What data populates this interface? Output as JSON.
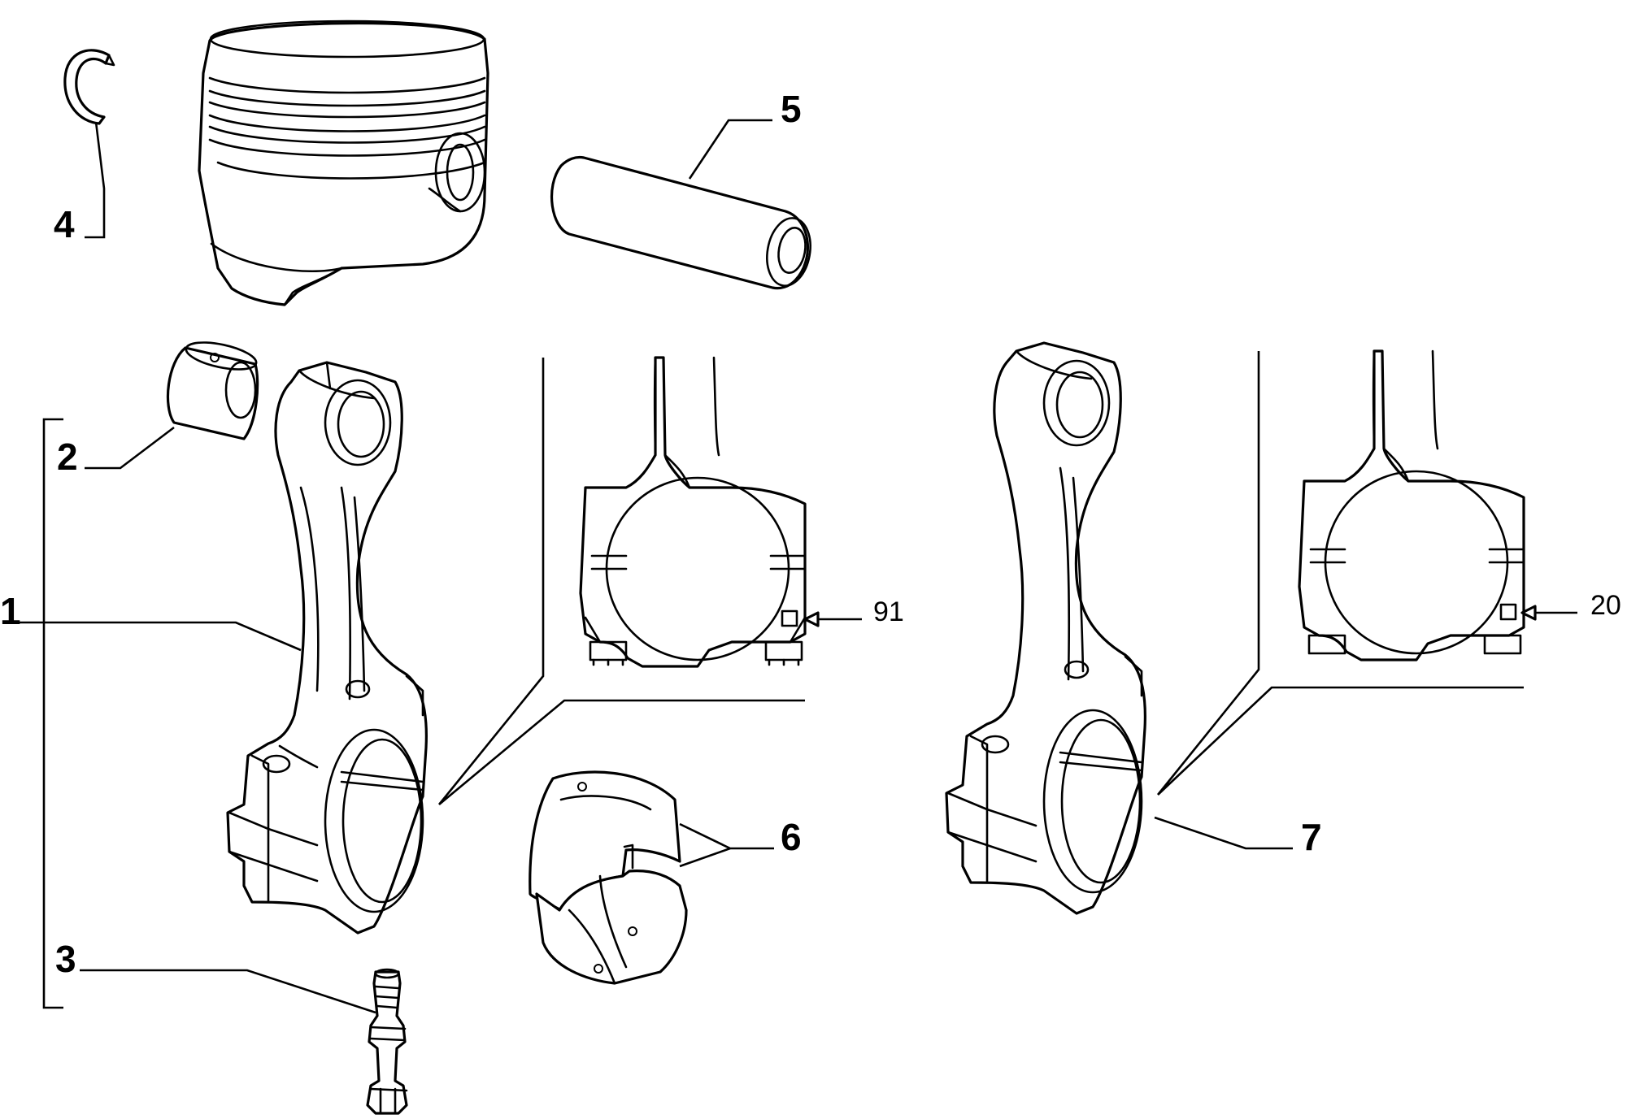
{
  "callouts": [
    {
      "id": "1",
      "label": "1"
    },
    {
      "id": "2",
      "label": "2"
    },
    {
      "id": "3",
      "label": "3"
    },
    {
      "id": "4",
      "label": "4"
    },
    {
      "id": "5",
      "label": "5"
    },
    {
      "id": "6",
      "label": "6"
    },
    {
      "id": "7",
      "label": "7"
    }
  ],
  "references": [
    {
      "id": "91",
      "label": "91"
    },
    {
      "id": "20",
      "label": "20"
    }
  ],
  "colors": {
    "ink": "#000000",
    "paper": "#ffffff"
  }
}
